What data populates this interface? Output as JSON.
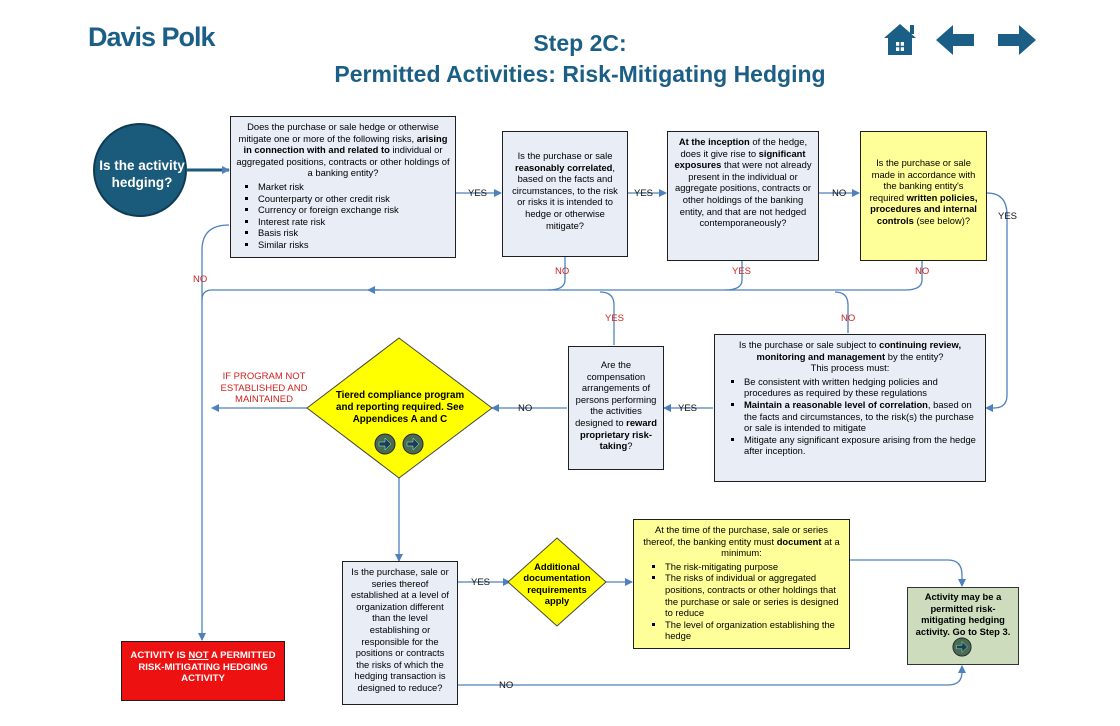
{
  "header": {
    "logo": "Davis Polk",
    "title_line1": "Step 2C:",
    "title_line2": "Permitted Activities: Risk-Mitigating Hedging"
  },
  "nav": {
    "home_icon": "home-icon",
    "back_icon": "arrow-left-icon",
    "forward_icon": "arrow-right-icon"
  },
  "start": {
    "text": "Is the activity hedging?"
  },
  "q1": {
    "intro": "Does the purchase or sale hedge or otherwise mitigate one or more of the following risks,",
    "bold": "arising in connection with and related to",
    "rest": "individual or aggregated positions, contracts or other holdings of a banking entity?",
    "risks": [
      "Market risk",
      "Counterparty or other credit risk",
      "Currency or foreign exchange risk",
      "Interest rate risk",
      "Basis risk",
      "Similar risks"
    ]
  },
  "q2": {
    "a": "Is the purchase or sale",
    "b": "reasonably correlated",
    "c": ", based on the facts and circumstances, to the risk or risks it is intended to hedge or otherwise mitigate?"
  },
  "q3": {
    "a": "At the inception",
    "b": " of the hedge, does it give rise to ",
    "c": "significant exposures",
    "d": " that were not already present in the individual or aggregate positions, contracts or other holdings of the banking entity, and that are not hedged contemporaneously?"
  },
  "q4": {
    "a": "Is the purchase or sale made in accordance with the banking entity's required ",
    "b": "written policies, procedures and internal controls",
    "c": " (see below)?"
  },
  "q5": {
    "a": "Is the purchase or sale subject to ",
    "b": "continuing review, monitoring and management",
    "c": " by the entity?",
    "d": "This process must:",
    "item1": "Be consistent with written hedging policies and procedures as required by these regulations",
    "item2_bold": "Maintain a reasonable level of correlation",
    "item2_rest": ", based on the facts and circumstances, to the risk(s) the purchase or sale is intended to mitigate",
    "item3": "Mitigate any significant exposure arising from the hedge after inception."
  },
  "q6": {
    "a": "Are the compensation arrangements of persons performing the activities designed to ",
    "b": "reward proprietary risk-taking",
    "c": "?"
  },
  "tiered": {
    "text": "Tiered compliance program and reporting required. See Appendices A and C"
  },
  "q7": {
    "text": "Is the purchase, sale or series thereof established at a level of organization different than the level establishing or responsible for the positions or contracts the risks of which the hedging transaction is designed to reduce?"
  },
  "addl": {
    "text": "Additional documentation requirements apply"
  },
  "doc": {
    "a": "At the time of the purchase, sale or series thereof, the banking entity must ",
    "b": "document",
    "c": " at a minimum:",
    "items": [
      "The risk-mitigating purpose",
      "The risks of individual or aggregated positions, contracts or other holdings that the purchase or sale or series is designed to reduce",
      "The level of organization establishing the hedge"
    ]
  },
  "result": {
    "text": "Activity may be a permitted risk-mitigating hedging activity.  Go to Step 3."
  },
  "not_permitted": {
    "a": "ACTIVITY IS ",
    "b": "NOT",
    "c": " A PERMITTED RISK-MITIGATING HEDGING ACTIVITY"
  },
  "labels": {
    "yes": "YES",
    "no": "NO",
    "dash_yes": "YES",
    "dash_no": "NO",
    "if_program": "IF PROGRAM NOT ESTABLISHED AND MAINTAINED"
  },
  "colors": {
    "brand": "#1b5e86",
    "start_circle": "#1a5a7a",
    "box_fill": "#e8edf6",
    "yellow": "#ffff99",
    "green": "#ccdcbc",
    "red": "#ee1111",
    "connector": "#4f81bd",
    "label_red": "#d21f1f"
  }
}
